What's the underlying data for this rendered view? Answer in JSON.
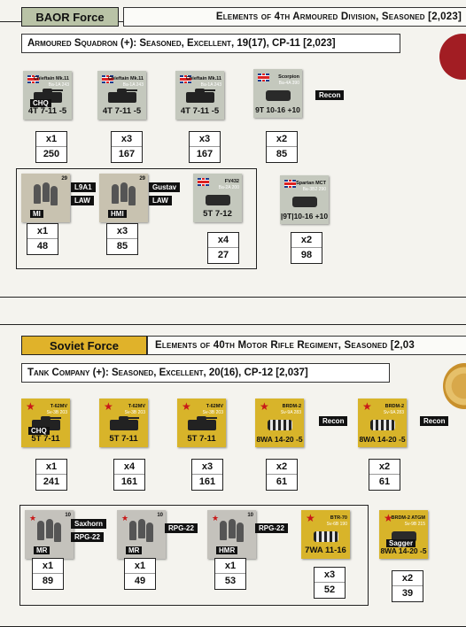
{
  "baor": {
    "force_tab": "BAOR Force",
    "title": "Elements of 4th Armoured Division, Seasoned [2,023]",
    "subtitle": "Armoured Squadron (+): Seasoned, Excellent, 19(17), CP-11 [2,023]",
    "units": [
      {
        "name": "Chieftain Mk.11",
        "sub": "Ba-1A 243",
        "stats": "4T 7-11 -5",
        "tag": "CHQ",
        "qty": "x1",
        "points": "250"
      },
      {
        "name": "Chieftain Mk.11",
        "sub": "Ba-1A 243",
        "stats": "4T 7-11 -5",
        "qty": "x3",
        "points": "167"
      },
      {
        "name": "Chieftain Mk.11",
        "sub": "Ba-1A 243",
        "stats": "4T 7-11 -5",
        "qty": "x3",
        "points": "167"
      },
      {
        "name": "Scorpion",
        "sub": "Ba-4A 390",
        "stats": "9T 10-16 +10",
        "side_tag": "Recon",
        "qty": "x2",
        "points": "85"
      }
    ],
    "infantry": [
      {
        "label": "MI",
        "num": "29",
        "weapons": [
          "L9A1",
          "LAW"
        ],
        "qty": "x1",
        "points": "48"
      },
      {
        "label": "HMI",
        "num": "29",
        "weapons": [
          "Gustav",
          "LAW"
        ],
        "qty": "x3",
        "points": "85"
      },
      {
        "name": "FV432",
        "sub": "Ba-2A 200",
        "stats": "5T 7-12",
        "qty": "x4",
        "points": "27"
      }
    ],
    "extra": {
      "name": "Spartan MCT",
      "sub": "Ba-3B2 290",
      "stats": "|9T|10-16 +10",
      "qty": "x2",
      "points": "98"
    }
  },
  "soviet": {
    "force_tab": "Soviet Force",
    "title": "Elements of 40th Motor Rifle Regiment, Seasoned [2,03",
    "subtitle": "Tank Company (+): Seasoned, Excellent, 20(16), CP-12 [2,037]",
    "units": [
      {
        "name": "T-62MV",
        "sub": "Sv-3B 203",
        "stats": "5T 7-11",
        "tag": "CHQ",
        "qty": "x1",
        "points": "241"
      },
      {
        "name": "T-62MV",
        "sub": "Sv-3B 203",
        "stats": "5T 7-11",
        "qty": "x4",
        "points": "161"
      },
      {
        "name": "T-62MV",
        "sub": "Sv-3B 203",
        "stats": "5T 7-11",
        "qty": "x3",
        "points": "161"
      },
      {
        "name": "BRDM-2",
        "sub": "Sv-9A 283",
        "stats": "8WA 14-20 -5",
        "side_tag": "Recon",
        "qty": "x2",
        "points": "61"
      },
      {
        "name": "BRDM-2",
        "sub": "Sv-9A 283",
        "stats": "8WA 14-20 -5",
        "side_tag": "Recon",
        "qty": "x2",
        "points": "61"
      }
    ],
    "infantry": [
      {
        "label": "MR",
        "num": "10",
        "weapons": [
          "Saxhorn",
          "RPG-22"
        ],
        "qty": "x1",
        "points": "89"
      },
      {
        "label": "MR",
        "num": "10",
        "weapons": [
          "RPG-22"
        ],
        "qty": "x1",
        "points": "49"
      },
      {
        "label": "HMR",
        "num": "10",
        "weapons": [
          "RPG-22"
        ],
        "qty": "x1",
        "points": "53"
      },
      {
        "name": "BTR-70",
        "sub": "Sv-6B 190",
        "stats": "7WA 11-16",
        "qty": "x3",
        "points": "52"
      }
    ],
    "extra": {
      "name": "BRDM-2 ATGM",
      "sub": "Sv-9B 215",
      "stats": "8WA 14-20 -5",
      "tag": "Sagger",
      "qty": "x2",
      "points": "39"
    }
  }
}
